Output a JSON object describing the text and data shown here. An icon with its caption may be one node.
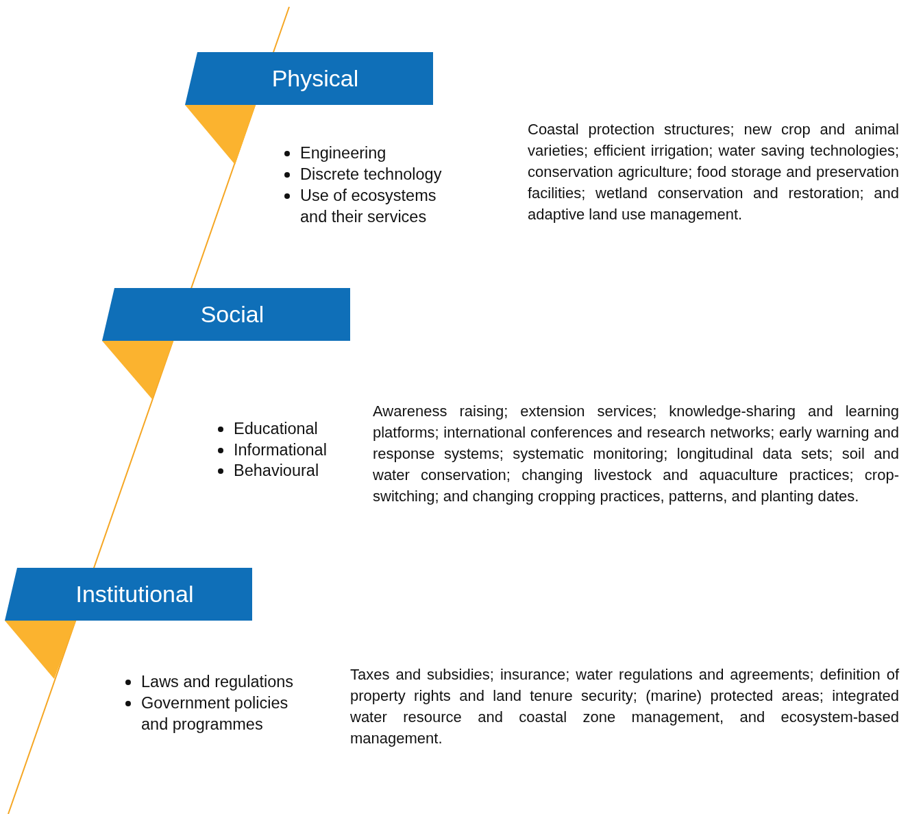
{
  "diagram": {
    "nodes": [
      {
        "text": [
          "Physical"
        ]
      },
      {
        "text": [
          "Social"
        ]
      },
      {
        "text": [
          "Institutional"
        ]
      }
    ],
    "edges": [],
    "labels": [
      "Engineering",
      "Discrete technology",
      "Use of ecosystems and their services",
      "Coastal protection structures; new crop and animal varieties; efficient irrigation; water saving technologies; conservation agriculture; food storage and preservation facilities; wetland conservation and restoration; and adaptive land use management.",
      "Educational",
      "Informational",
      "Behavioural",
      "Awareness raising; extension services; knowledge-sharing and learning platforms; international conferences and research networks; early warning and response systems; systematic monitoring; longitudinal data sets; soil and water conservation; changing livestock and aquaculture practices; crop-switching; and changing cropping practices, patterns, and planting dates.",
      "Laws and regulations",
      "Government policies and programmes",
      "Taxes and subsidies; insurance; water regulations and agreements; definition of property rights and land tenure security; (marine) protected areas; integrated water resource and coastal zone management, and ecosystem-based management."
    ]
  }
}
